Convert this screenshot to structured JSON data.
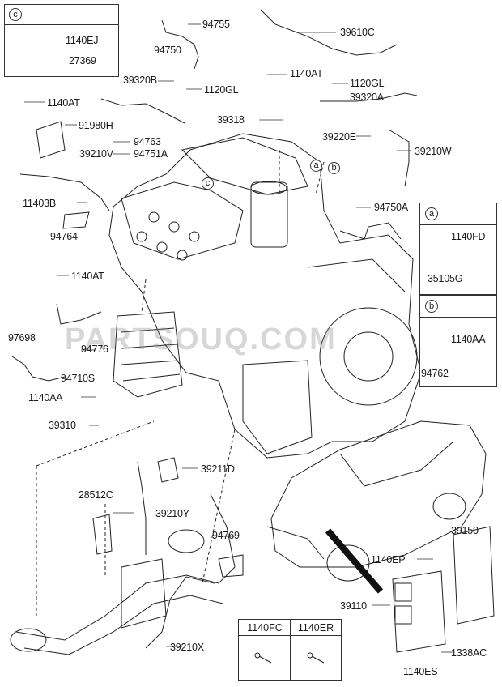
{
  "labels": {
    "p94755": "94755",
    "p94750": "94750",
    "p39610C": "39610C",
    "p1140EJ": "1140EJ",
    "p27369": "27369",
    "p39320B": "39320B",
    "p1140AT_top": "1140AT",
    "p1120GL_left": "1120GL",
    "p1120GL_right": "1120GL",
    "p39320A": "39320A",
    "p1140AT_left": "1140AT",
    "p39318": "39318",
    "p91980H": "91980H",
    "p94763": "94763",
    "p94751A": "94751A",
    "p39220E": "39220E",
    "p39210V": "39210V",
    "p39210W": "39210W",
    "p11403B": "11403B",
    "p94750A": "94750A",
    "p94764": "94764",
    "p1140FD": "1140FD",
    "p35105G": "35105G",
    "p1140AT_mid": "1140AT",
    "p97698": "97698",
    "p94776": "94776",
    "p1140AA_right": "1140AA",
    "p94762": "94762",
    "p94710S": "94710S",
    "p1140AA_left": "1140AA",
    "p39310": "39310",
    "p39211D": "39211D",
    "p28512C": "28512C",
    "p39210Y": "39210Y",
    "p94769": "94769",
    "p39150": "39150",
    "p1140EP": "1140EP",
    "p39110": "39110",
    "p1338AC": "1338AC",
    "p1140ES": "1140ES",
    "p39210X": "39210X"
  },
  "insets": {
    "c": "c",
    "a": "a",
    "b": "b"
  },
  "callouts": {
    "a": "a",
    "b": "b",
    "c": "c"
  },
  "legend": {
    "col1": "1140FC",
    "col2": "1140ER"
  },
  "watermark": "PARTSOUQ.COM"
}
